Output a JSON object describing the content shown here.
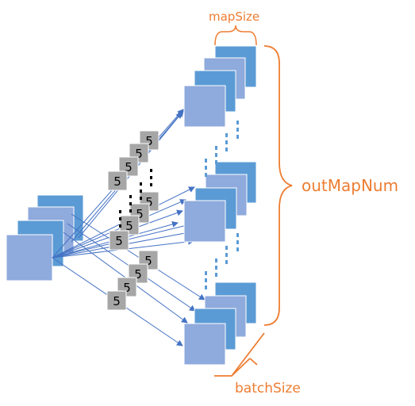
{
  "labels": {
    "map_size": "mapSize",
    "out_map_num": "outMapNum",
    "batch_size": "batchSize"
  },
  "kernel_label": "5",
  "colors": {
    "map_dark": "#5B9BD5",
    "map_light": "#8FAADC",
    "map_stroke": "#ffffff",
    "kernel_fill": "#A6A6A6",
    "arrow": "#4472C4",
    "annotation": "#ED7D31",
    "ellipsis_blue": "#5B9BD5",
    "ellipsis_black": "#000000"
  }
}
